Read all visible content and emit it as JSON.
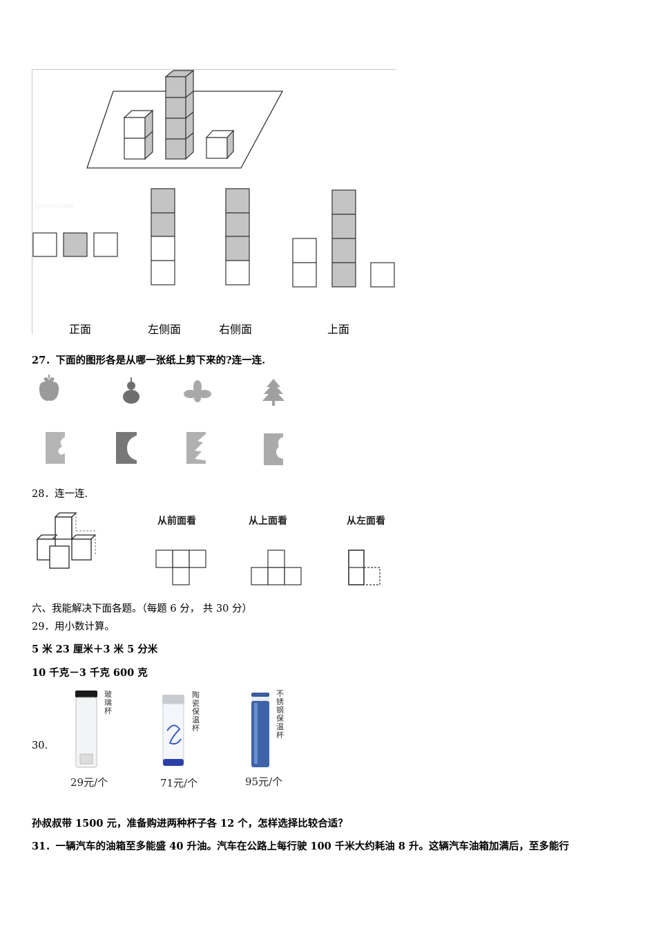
{
  "figure26": {
    "watermark": "jyeoo.com",
    "view_labels": [
      "正面",
      "左侧面",
      "右侧面",
      "上面"
    ],
    "colors": {
      "gray": "#c4c4c4",
      "line": "#333333"
    }
  },
  "q27": {
    "title": "27．下面的图形各是从哪一张纸上剪下来的?连一连.",
    "shapes_top": [
      "apple-shape",
      "gourd-shape",
      "clover-shape",
      "tree-shape"
    ],
    "shapes_bottom": [
      "paper-with-apple-cut",
      "paper-with-gourd-cut",
      "paper-with-tree-cut",
      "paper-with-apple-half-cut"
    ]
  },
  "q28": {
    "title": "28．连一连.",
    "headings": [
      "从前面看",
      "从上面看",
      "从左面看"
    ]
  },
  "section6": {
    "title": "六、我能解决下面各题。（每题 6 分， 共 30 分）"
  },
  "q29": {
    "title": "29．用小数计算。",
    "line1": "5 米 23 厘米＋3 米 5 分米",
    "line2": "10 千克－3 千克 600 克"
  },
  "q30": {
    "number": "30.",
    "cups": [
      {
        "name": "玻璃杯",
        "price": "29元/个"
      },
      {
        "name": "陶瓷保温杯",
        "price": "71元/个"
      },
      {
        "name": "不锈钢保温杯",
        "price": "95元/个"
      }
    ],
    "question": "孙叔叔带 1500 元，准备购进两种杯子各 12 个，怎样选择比较合适？"
  },
  "q31": {
    "text": "31．一辆汽车的油箱至多能盛 40 升油。汽车在公路上每行驶 100 千米大约耗油 8 升。这辆汽车油箱加满后，至多能行"
  }
}
